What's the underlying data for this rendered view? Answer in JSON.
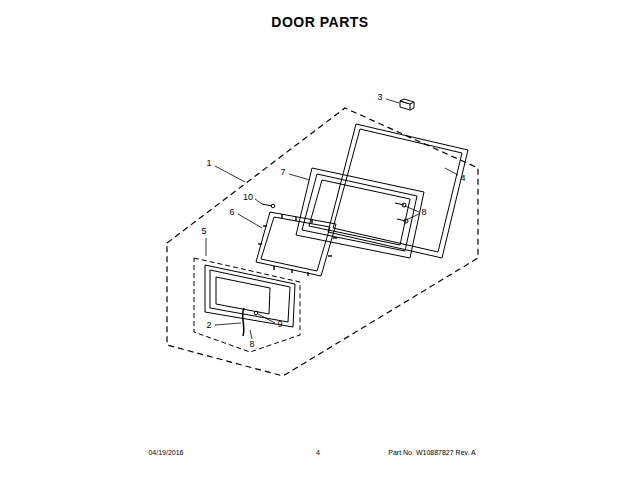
{
  "diagram": {
    "title": "DOOR PARTS",
    "labels": [
      "3",
      "4",
      "1",
      "7",
      "10",
      "8",
      "6",
      "5",
      "2",
      "9",
      "8",
      "04/19/2016",
      "4",
      "Part No. W10887827 Rev. A"
    ]
  }
}
